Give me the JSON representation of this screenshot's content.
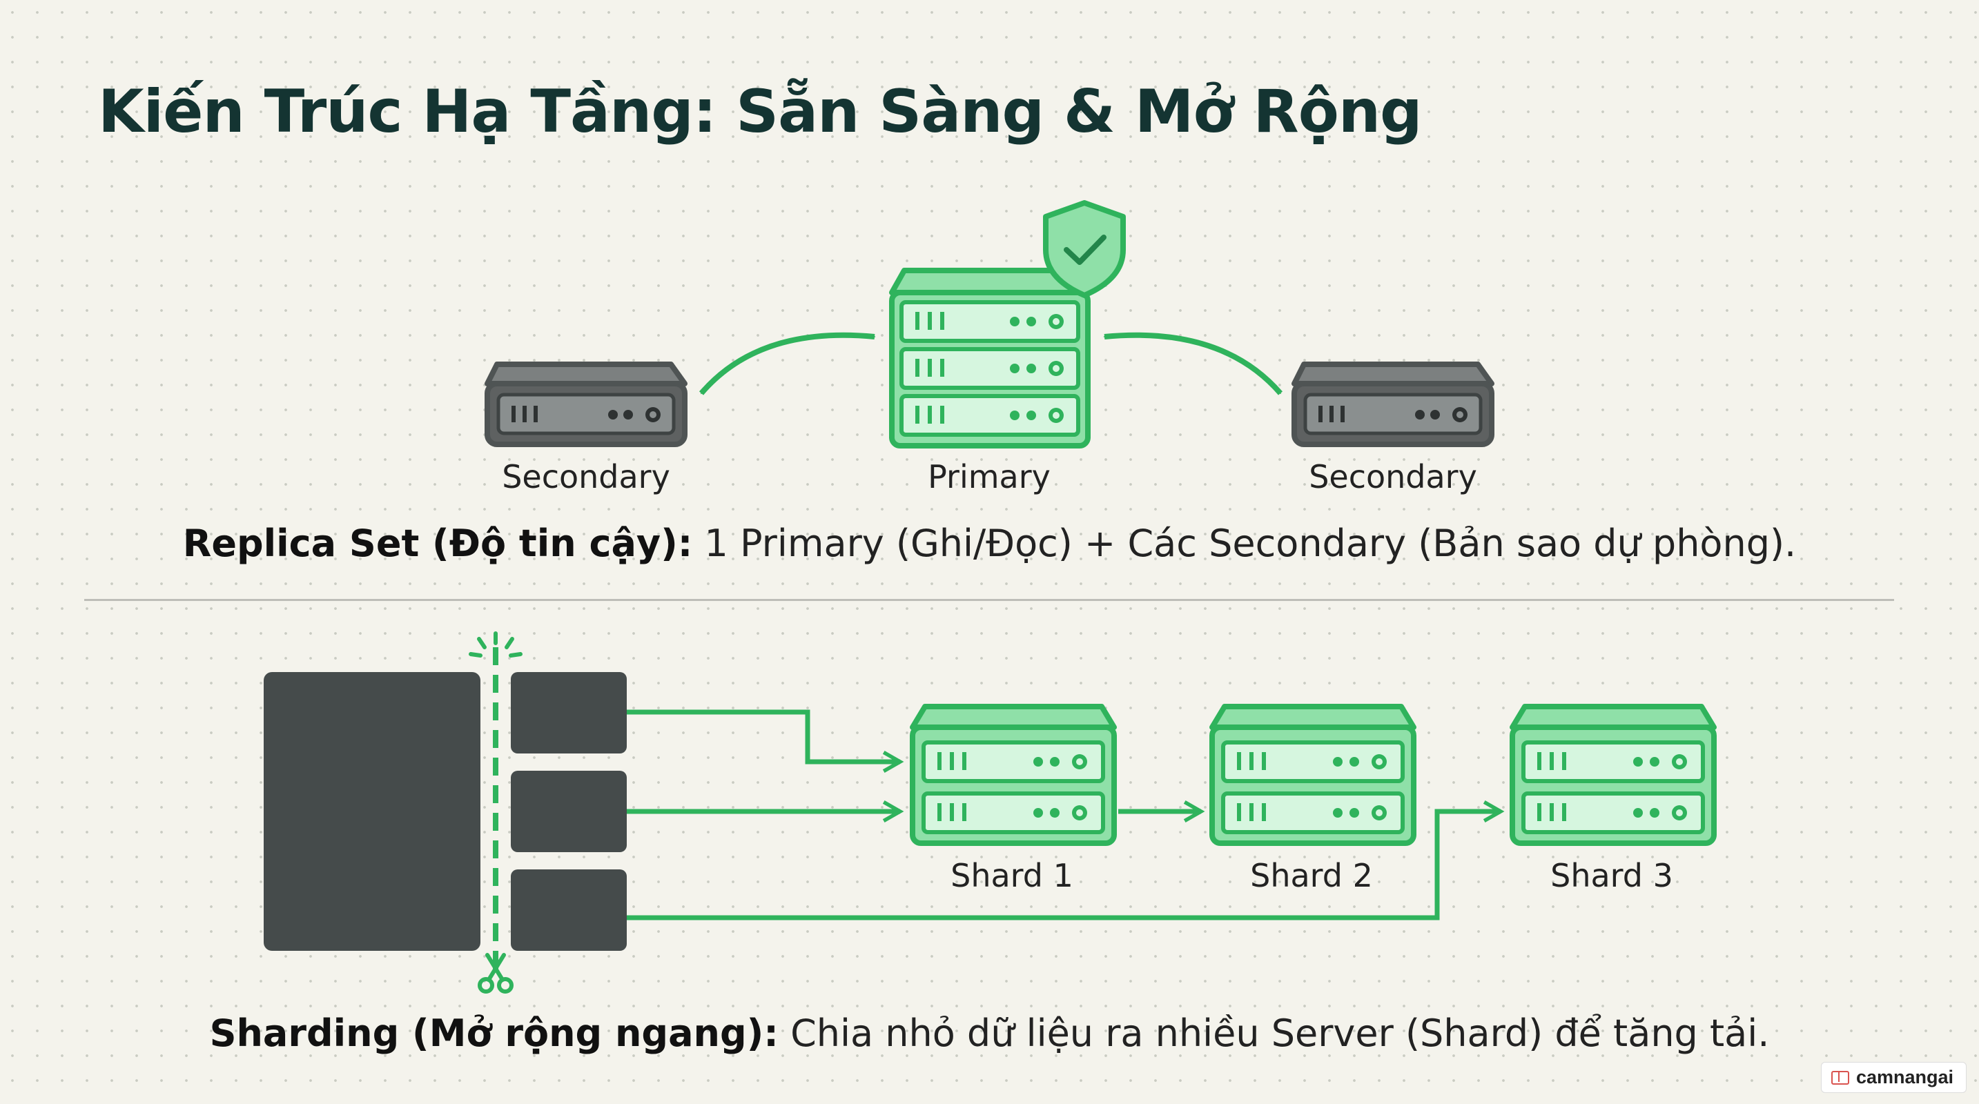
{
  "title": "Kiến Trúc Hạ Tầng: Sẵn Sàng & Mở Rộng",
  "replica": {
    "nodes": [
      {
        "label": "Secondary",
        "role": "secondary",
        "color": "#5e6161"
      },
      {
        "label": "Primary",
        "role": "primary",
        "color": "#2fb35c"
      },
      {
        "label": "Secondary",
        "role": "secondary",
        "color": "#5e6161"
      }
    ],
    "caption_bold": "Replica Set (Độ tin cậy):",
    "caption_text": " 1 Primary (Ghi/Đọc) + Các Secondary (Bản sao dự phòng).",
    "badge_icon": "shield-check-icon"
  },
  "sharding": {
    "shards": [
      {
        "label": "Shard 1"
      },
      {
        "label": "Shard 2"
      },
      {
        "label": "Shard 3"
      }
    ],
    "caption_bold": "Sharding (Mở rộng ngang):",
    "caption_text": " Chia nhỏ dữ liệu ra nhiều Server (Shard) để tăng tải.",
    "cut_icon": "scissors-icon"
  },
  "colors": {
    "accent_green": "#2fb35c",
    "light_green": "#bff0cd",
    "dark_gray": "#454b4b",
    "title": "#143432"
  },
  "watermark": {
    "label": "camnangai",
    "icon": "book-icon"
  }
}
